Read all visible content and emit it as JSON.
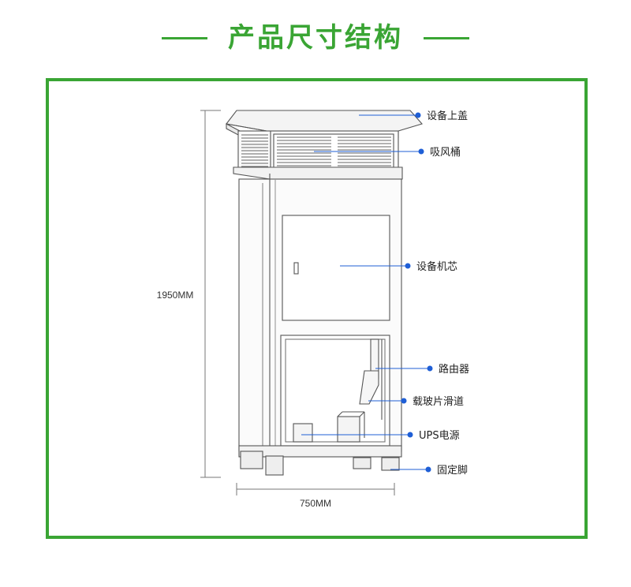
{
  "header": {
    "title": "产品尺寸结构"
  },
  "dimensions": {
    "height": "1950MM",
    "width": "750MM"
  },
  "labels": [
    {
      "id": "top-cover",
      "text": "设备上盖"
    },
    {
      "id": "air-intake",
      "text": "吸风桶"
    },
    {
      "id": "core",
      "text": "设备机芯"
    },
    {
      "id": "router",
      "text": "路由器"
    },
    {
      "id": "slide-rail",
      "text": "载玻片滑道"
    },
    {
      "id": "ups",
      "text": "UPS电源"
    },
    {
      "id": "feet",
      "text": "固定脚"
    }
  ],
  "colors": {
    "accent": "#3aa534",
    "leader": "#1f5fd6",
    "line": "#555555"
  }
}
